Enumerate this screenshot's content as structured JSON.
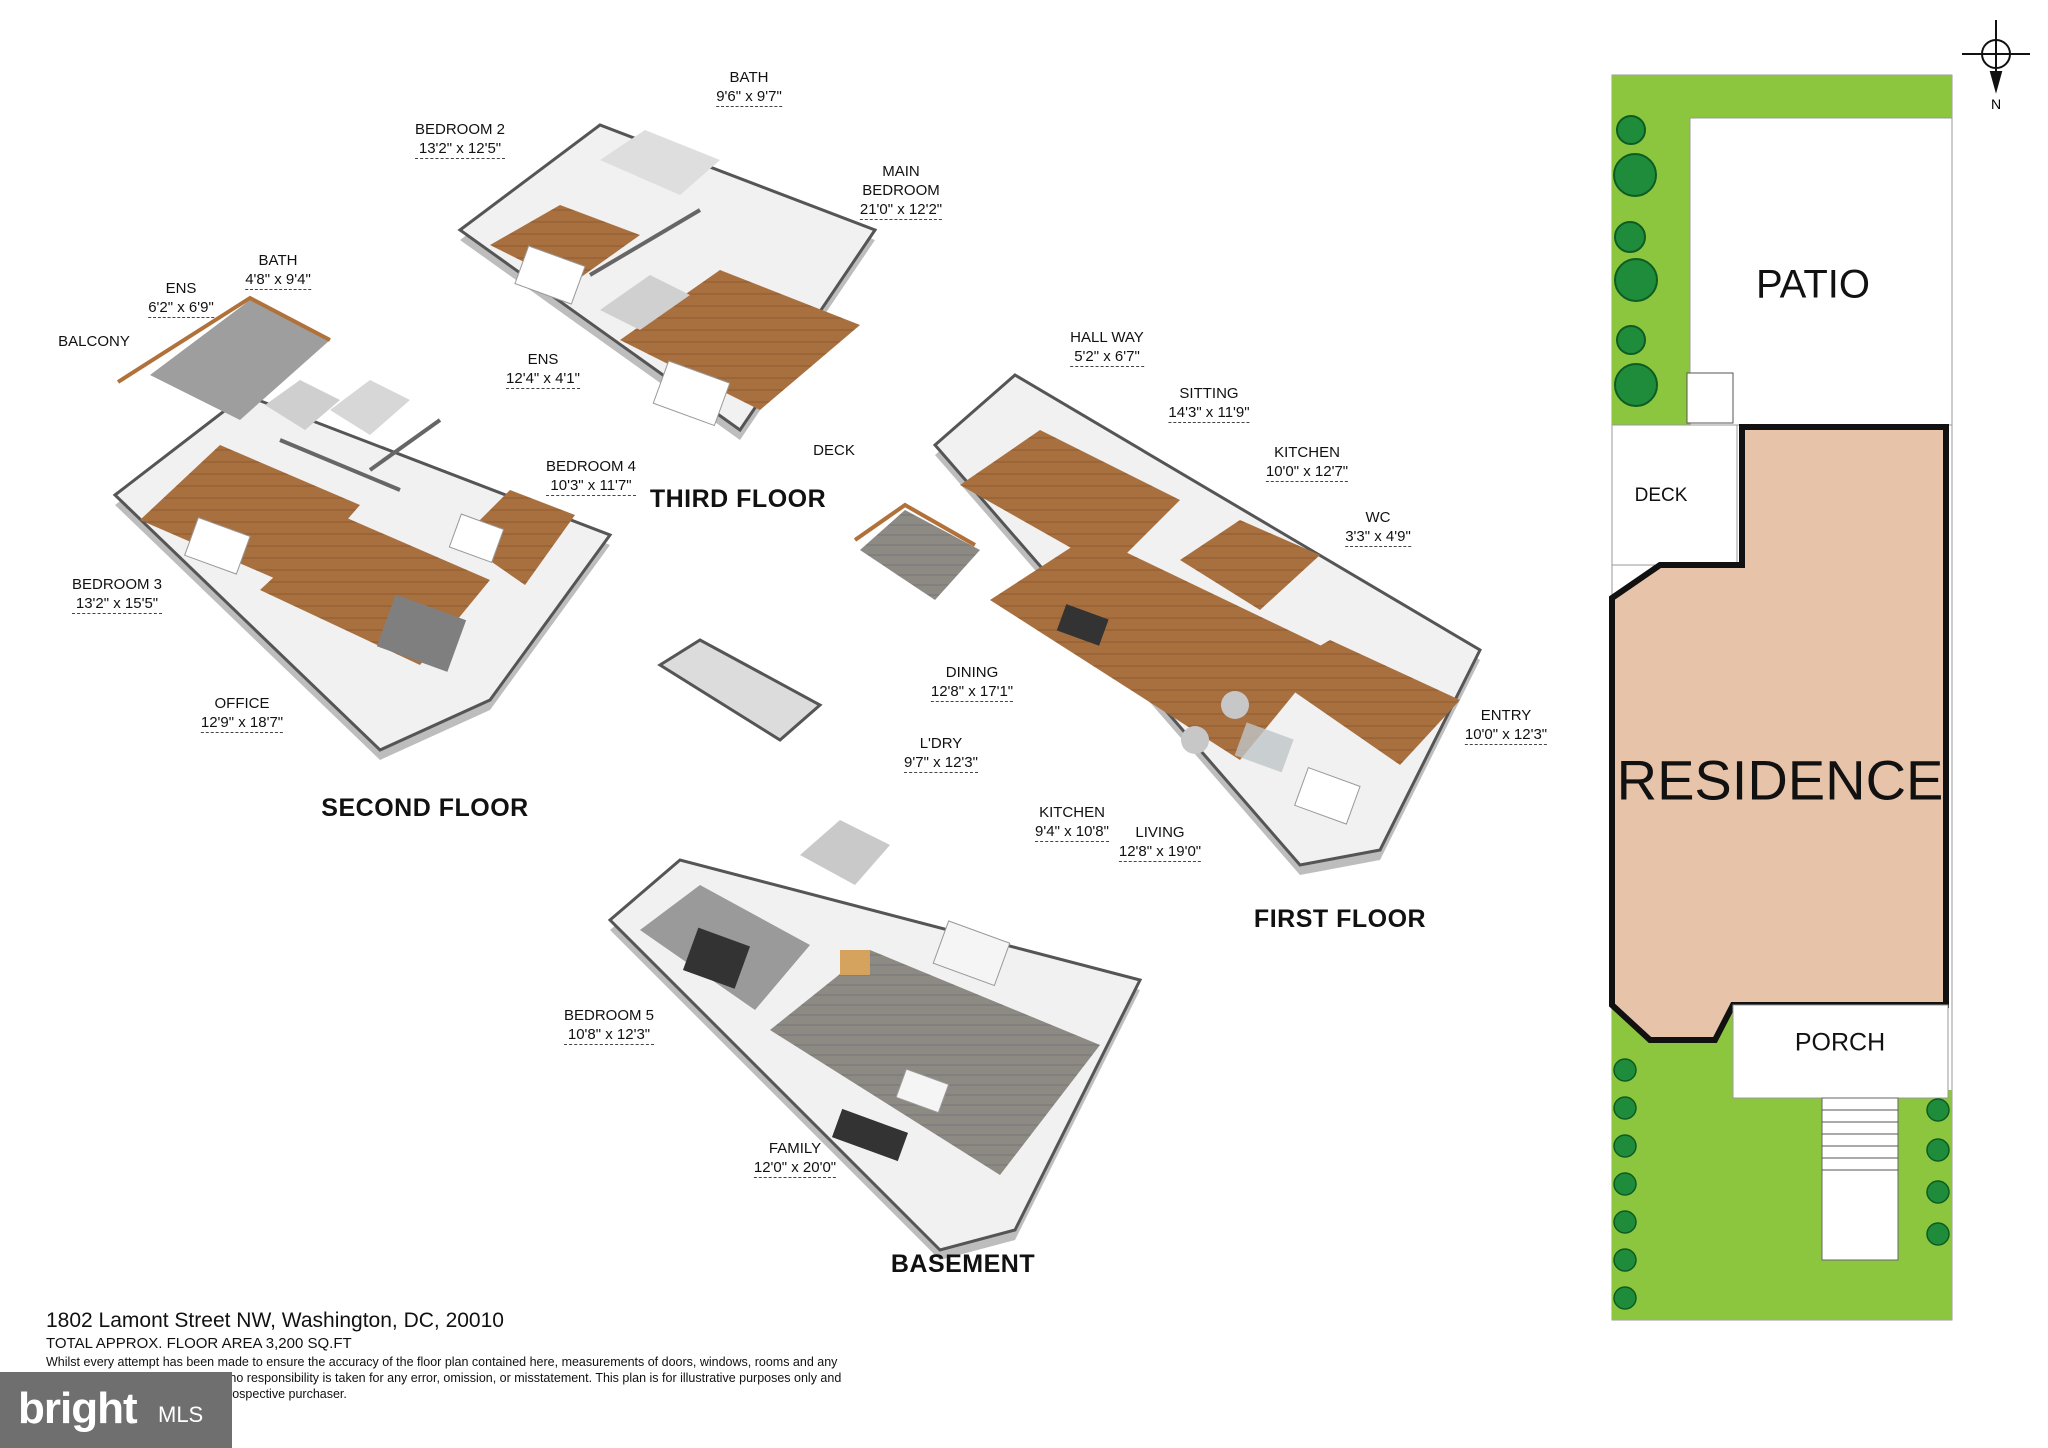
{
  "floors": [
    {
      "name": "SECOND FLOOR"
    },
    {
      "name": "THIRD FLOOR"
    },
    {
      "name": "FIRST FLOOR"
    },
    {
      "name": "BASEMENT"
    }
  ],
  "rooms": {
    "second": {
      "balcony": {
        "name": "BALCONY"
      },
      "ens": {
        "name": "ENS",
        "dim": "6'2\" x 6'9\""
      },
      "bath": {
        "name": "BATH",
        "dim": "4'8\" x 9'4\""
      },
      "bedroom4": {
        "name": "BEDROOM 4",
        "dim": "10'3\" x 11'7\""
      },
      "bedroom3": {
        "name": "BEDROOM 3",
        "dim": "13'2\" x 15'5\""
      },
      "office": {
        "name": "OFFICE",
        "dim": "12'9\" x 18'7\""
      }
    },
    "third": {
      "bedroom2": {
        "name": "BEDROOM 2",
        "dim": "13'2\" x 12'5\""
      },
      "bath": {
        "name": "BATH",
        "dim": "9'6\" x 9'7\""
      },
      "main_bedroom": {
        "name1": "MAIN",
        "name2": "BEDROOM",
        "dim": "21'0\" x 12'2\""
      },
      "ens": {
        "name": "ENS",
        "dim": "12'4\" x 4'1\""
      }
    },
    "first": {
      "hallway": {
        "name": "HALL WAY",
        "dim": "5'2\" x 6'7\""
      },
      "deck": {
        "name": "DECK"
      },
      "sitting": {
        "name": "SITTING",
        "dim": "14'3\" x 11'9\""
      },
      "kitchen": {
        "name": "KITCHEN",
        "dim": "10'0\" x 12'7\""
      },
      "wc": {
        "name": "WC",
        "dim": "3'3\" x 4'9\""
      },
      "dining": {
        "name": "DINING",
        "dim": "12'8\" x 17'1\""
      },
      "entry": {
        "name": "ENTRY",
        "dim": "10'0\" x 12'3\""
      },
      "living": {
        "name": "LIVING",
        "dim": "12'8\" x 19'0\""
      }
    },
    "basement": {
      "laundry": {
        "name": "L'DRY",
        "dim": "9'7\" x 12'3\""
      },
      "kitchen": {
        "name": "KITCHEN",
        "dim": "9'4\" x 10'8\""
      },
      "bedroom5": {
        "name": "BEDROOM 5",
        "dim": "10'8\" x 12'3\""
      },
      "family": {
        "name": "FAMILY",
        "dim": "12'0\" x 20'0\""
      }
    }
  },
  "site": {
    "patio": "PATIO",
    "deck": "DECK",
    "residence": "RESIDENCE",
    "porch": "PORCH",
    "north": "N"
  },
  "footer": {
    "address": "1802 Lamont Street NW, Washington, DC, 20010",
    "area": "TOTAL APPROX. FLOOR AREA 3,200 SQ.FT",
    "disclaimer": "Whilst every attempt has been made to ensure the accuracy of the floor plan contained here, measurements of doors, windows, rooms and any other items are approximate and no responsibility is taken for any error, omission, or misstatement. This plan is for illustrative purposes only and should be used as such by any prospective purchaser."
  },
  "branding": {
    "word": "bright",
    "mls": "MLS"
  },
  "colors": {
    "wood": "#a9703f",
    "wood_dark": "#7d4e28",
    "wall": "#f2f2f2",
    "wall_shadow": "#9a9a9a",
    "grass": "#8cc63f",
    "residence": "#e7c4a9",
    "tree": "#1e8c3a"
  }
}
